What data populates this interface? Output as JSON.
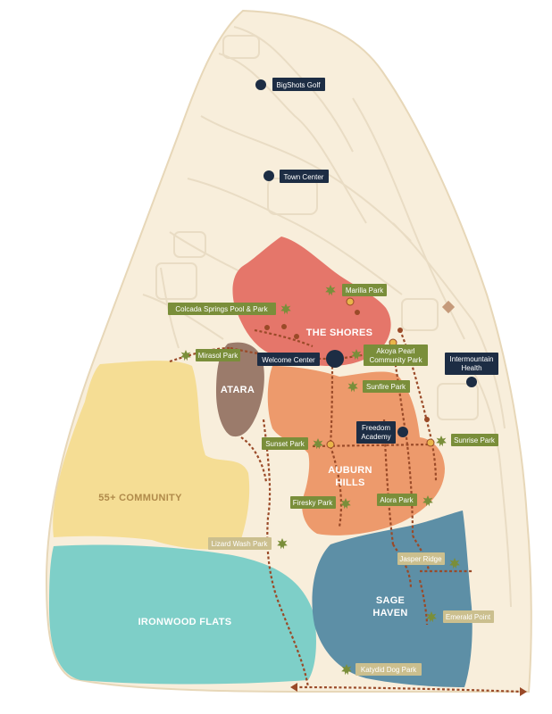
{
  "colors": {
    "background": "#ffffff",
    "land": "#f8eedb",
    "land_edge": "#e7d7b8",
    "road": "#e9dcc4",
    "the_shores": "#e5766a",
    "auburn_hills": "#ed9a6c",
    "atara": "#9b7b6b",
    "community_55": "#f5dd94",
    "ironwood_flats": "#7ecfc8",
    "sage_haven": "#5d8fa6",
    "trail": "#9a4a28",
    "park_tag": "#7a8e3a",
    "trail_tag": "#cbbf8e",
    "navy": "#1d2d44",
    "gold": "#e9b54a",
    "star": "#7a8e3a",
    "diamond": "#c59a7a"
  },
  "regions": {
    "the_shores": "THE SHORES",
    "auburn_hills_line1": "AUBURN",
    "auburn_hills_line2": "HILLS",
    "atara": "ATARA",
    "community_55": "55+ COMMUNITY",
    "ironwood_flats": "IRONWOOD FLATS",
    "sage_haven_line1": "SAGE",
    "sage_haven_line2": "HAVEN"
  },
  "amenities": {
    "bigshots_golf": "BigShots Golf",
    "town_center": "Town Center",
    "welcome_center": "Welcome Center",
    "intermountain_line1": "Intermountain",
    "intermountain_line2": "Health",
    "freedom_line1": "Freedom",
    "freedom_line2": "Academy"
  },
  "parks": {
    "marilla_park": "Marilla Park",
    "colcada_springs": "Colcada Springs Pool & Park",
    "mirasol_park": "Mirasol Park",
    "akoya_line1": "Akoya Pearl",
    "akoya_line2": "Community Park",
    "sunfire_park": "Sunfire Park",
    "sunset_park": "Sunset Park",
    "sunrise_park": "Sunrise Park",
    "firesky_park": "Firesky Park",
    "alora_park": "Alora Park",
    "lizard_wash_park": "Lizard Wash Park",
    "jasper_ridge": "Jasper Ridge",
    "emerald_point": "Emerald Point",
    "katydid_dog_park": "Katydid Dog Park"
  },
  "icons": {
    "park": "star-burst-icon",
    "amenity": "navy-dot-icon",
    "trailhead": "gold-hexagon-icon",
    "landmark": "diamond-icon"
  }
}
